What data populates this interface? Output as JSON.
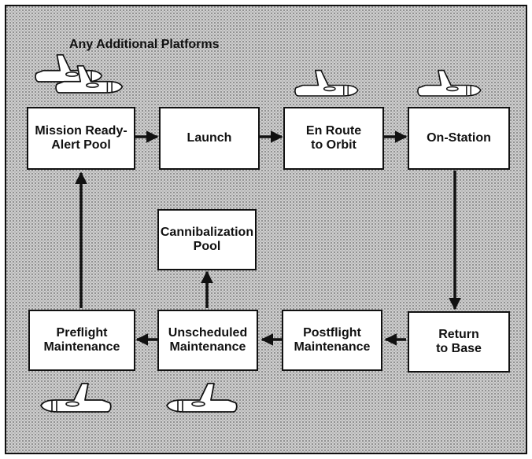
{
  "caption": "Any Additional Platforms",
  "nodes": {
    "mission_ready": "Mission Ready-\nAlert Pool",
    "launch": "Launch",
    "en_route": "En Route\nto Orbit",
    "on_station": "On-Station",
    "cannibalization": "Cannibalization\nPool",
    "preflight": "Preflight\nMaintenance",
    "unscheduled": "Unscheduled\nMaintenance",
    "postflight": "Postflight\nMaintenance",
    "return_base": "Return\nto Base"
  },
  "edges": [
    {
      "from": "Mission Ready-Alert Pool",
      "to": "Launch"
    },
    {
      "from": "Launch",
      "to": "En Route to Orbit"
    },
    {
      "from": "En Route to Orbit",
      "to": "On-Station"
    },
    {
      "from": "On-Station",
      "to": "Return to Base"
    },
    {
      "from": "Return to Base",
      "to": "Postflight Maintenance"
    },
    {
      "from": "Postflight Maintenance",
      "to": "Unscheduled Maintenance"
    },
    {
      "from": "Unscheduled Maintenance",
      "to": "Cannibalization Pool"
    },
    {
      "from": "Unscheduled Maintenance",
      "to": "Preflight Maintenance"
    },
    {
      "from": "Preflight Maintenance",
      "to": "Mission Ready-Alert Pool"
    }
  ],
  "icons": [
    "aircraft-icon"
  ],
  "colors": {
    "background_pattern": "#cfcfcf",
    "box_fill": "#ffffff",
    "line": "#111111"
  }
}
